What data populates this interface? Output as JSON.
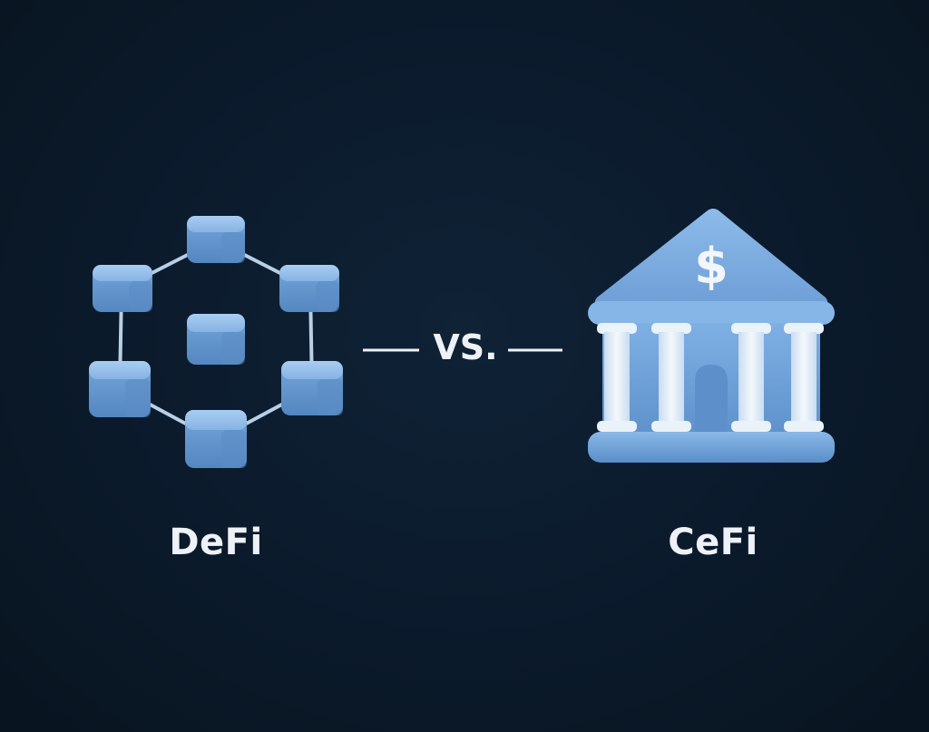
{
  "left": {
    "label": "DeFi",
    "icon": "decentralized-network-icon"
  },
  "center": {
    "vs_label": "VS."
  },
  "right": {
    "label": "CeFi",
    "icon": "bank-building-icon",
    "symbol": "$"
  },
  "colors": {
    "background": "#0b1a2b",
    "icon_blue": "#6f9fd4",
    "icon_light": "#9cc4ee",
    "icon_dark": "#4f80b8",
    "column_white": "#e8f0f8",
    "text": "#eef2f6"
  }
}
